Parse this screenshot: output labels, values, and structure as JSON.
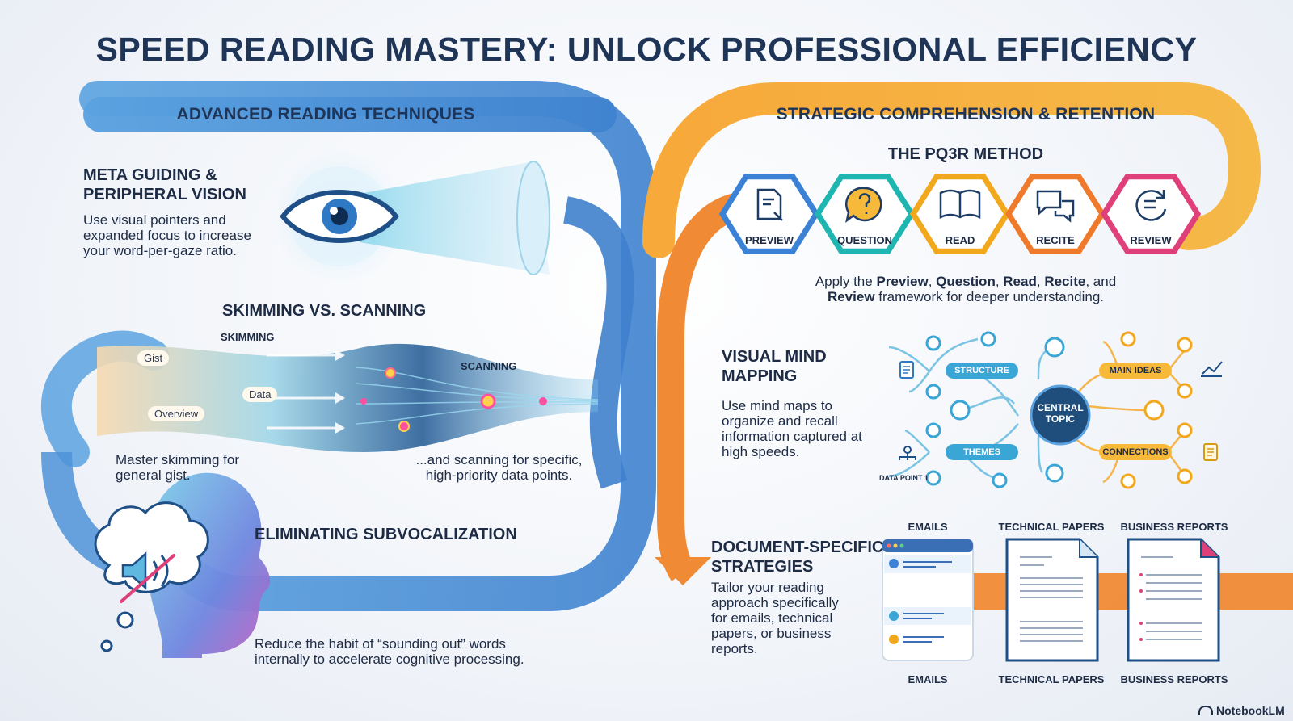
{
  "title": "SPEED READING MASTERY: UNLOCK PROFESSIONAL EFFICIENCY",
  "left": {
    "banner": "ADVANCED READING TECHNIQUES",
    "meta": {
      "heading_line1": "META GUIDING &",
      "heading_line2": "PERIPHERAL VISION",
      "desc": "Use visual pointers and expanded focus to increase your word-per-gaze ratio."
    },
    "skim": {
      "heading": "SKIMMING VS. SCANNING",
      "skimming_label": "SKIMMING",
      "scanning_label": "SCANNING",
      "tag_gist": "Gist",
      "tag_data": "Data",
      "tag_overview": "Overview",
      "skim_desc": "Master skimming for general gist.",
      "scan_desc": "...and scanning for specific, high-priority data points."
    },
    "subvocal": {
      "heading": "ELIMINATING SUBVOCALIZATION",
      "desc": "Reduce the habit of “sounding out” words internally to accelerate cognitive processing."
    }
  },
  "right": {
    "banner": "STRATEGIC COMPREHENSION & RETENTION",
    "pq3r": {
      "heading": "THE PQ3R METHOD",
      "steps": [
        "PREVIEW",
        "QUESTION",
        "READ",
        "RECITE",
        "REVIEW"
      ],
      "colors": [
        "#3b82d6",
        "#1fb5b0",
        "#f2a81d",
        "#f07a2b",
        "#e0407a"
      ],
      "desc_prefix": "Apply the ",
      "desc_preview": "Preview",
      "desc_sep1": ", ",
      "desc_question": "Question",
      "desc_sep2": ", ",
      "desc_read": "Read",
      "desc_sep3": ", ",
      "desc_recite": "Recite",
      "desc_sep4": ", and ",
      "desc_review": "Review",
      "desc_suffix": " framework for deeper understanding."
    },
    "mindmap": {
      "heading_line1": "VISUAL MIND",
      "heading_line2": "MAPPING",
      "desc": "Use mind maps to organize and recall information captured at high speeds.",
      "center": "CENTRAL TOPIC",
      "structure": "STRUCTURE",
      "themes": "THEMES",
      "main_ideas": "MAIN IDEAS",
      "connections": "CONNECTIONS",
      "data_point": "DATA POINT 1"
    },
    "docs": {
      "heading_line1": "DOCUMENT-SPECIFIC",
      "heading_line2": "STRATEGIES",
      "desc": "Tailor your reading approach specifically for emails, technical papers, or business reports.",
      "top_labels": [
        "EMAILS",
        "TECHNICAL PAPERS",
        "BUSINESS REPORTS"
      ],
      "bottom_labels": [
        "EMAILS",
        "TECHNICAL PAPERS",
        "BUSINESS REPORTS"
      ]
    }
  },
  "brand": "NotebookLM"
}
